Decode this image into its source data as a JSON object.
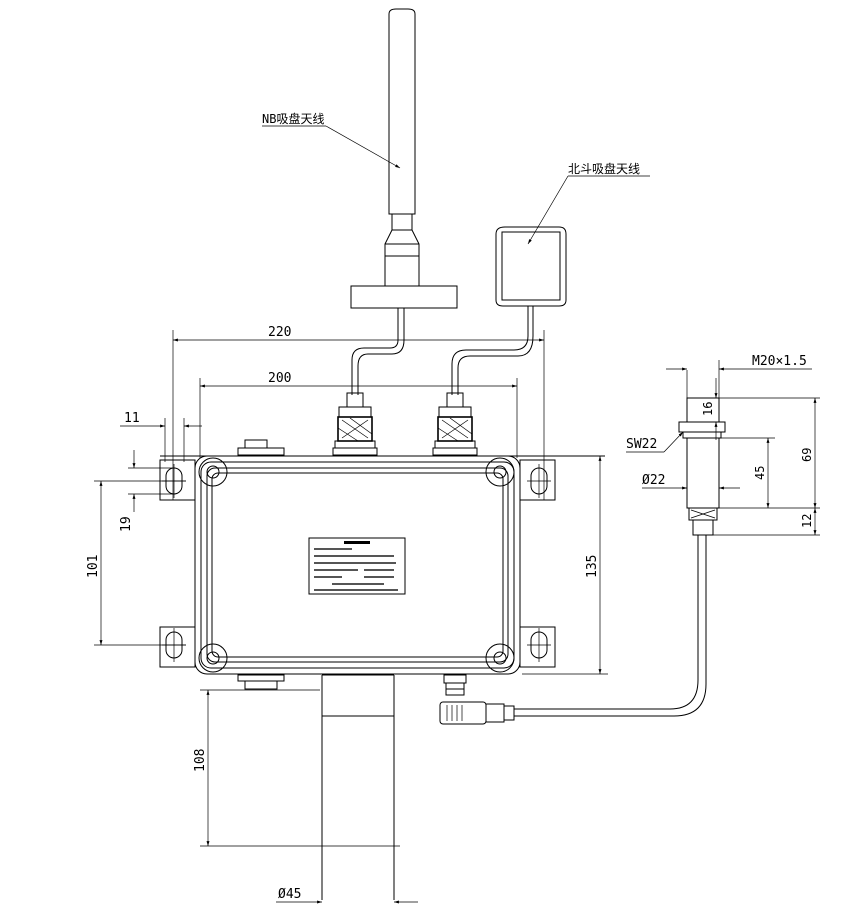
{
  "labels": {
    "nb_antenna": "NB吸盘天线",
    "beidou_antenna": "北斗吸盘天线",
    "thread": "M20×1.5",
    "wrench": "SW22",
    "diameter_sensor": "Ø22",
    "diameter_probe": "Ø45"
  },
  "dimensions": {
    "overall_width": "220",
    "inner_width": "200",
    "hole_offset": "11",
    "slot_length": "19",
    "hole_pitch": "101",
    "height": "135",
    "probe_length": "108",
    "sensor_head": "16",
    "sensor_body": "45",
    "sensor_total": "69",
    "sensor_gland": "12"
  },
  "colors": {
    "line": "#000000",
    "background": "#ffffff"
  }
}
